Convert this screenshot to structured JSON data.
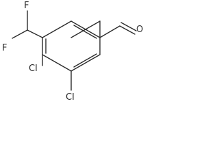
{
  "molecule": {
    "atoms": {
      "f_top": "F",
      "f_left": "F",
      "cl_upper": "Cl",
      "cl_lower": "Cl",
      "o_aldehyde": "O"
    },
    "colors": {
      "bond": "#2b2b2b",
      "label": "#2b2b2b",
      "background": "#ffffff"
    }
  }
}
